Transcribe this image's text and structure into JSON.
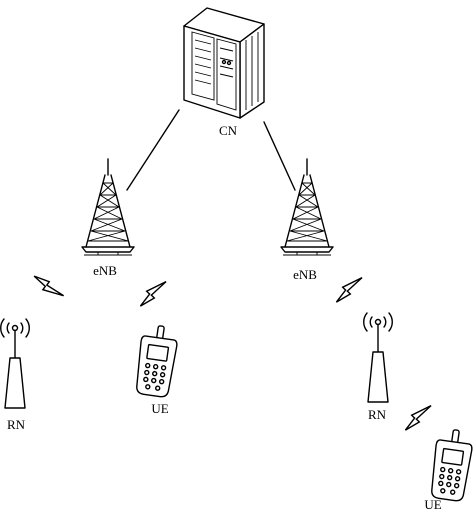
{
  "nodes": {
    "cn": {
      "label": "CN",
      "icon": "server-cabinet-icon"
    },
    "enb_left": {
      "label": "eNB",
      "icon": "cell-tower-icon"
    },
    "enb_right": {
      "label": "eNB",
      "icon": "cell-tower-icon"
    },
    "rn_left": {
      "label": "RN",
      "icon": "relay-antenna-icon"
    },
    "rn_right": {
      "label": "RN",
      "icon": "relay-antenna-icon"
    },
    "ue_left": {
      "label": "UE",
      "icon": "mobile-phone-icon"
    },
    "ue_right": {
      "label": "UE",
      "icon": "mobile-phone-icon"
    }
  },
  "links": [
    {
      "from": "cn",
      "to": "enb_left",
      "type": "wired"
    },
    {
      "from": "cn",
      "to": "enb_right",
      "type": "wired"
    },
    {
      "from": "enb_left",
      "to": "rn_left",
      "type": "wireless"
    },
    {
      "from": "enb_left",
      "to": "ue_left",
      "type": "wireless"
    },
    {
      "from": "enb_right",
      "to": "rn_right",
      "type": "wireless"
    },
    {
      "from": "rn_right",
      "to": "ue_right",
      "type": "wireless"
    }
  ]
}
